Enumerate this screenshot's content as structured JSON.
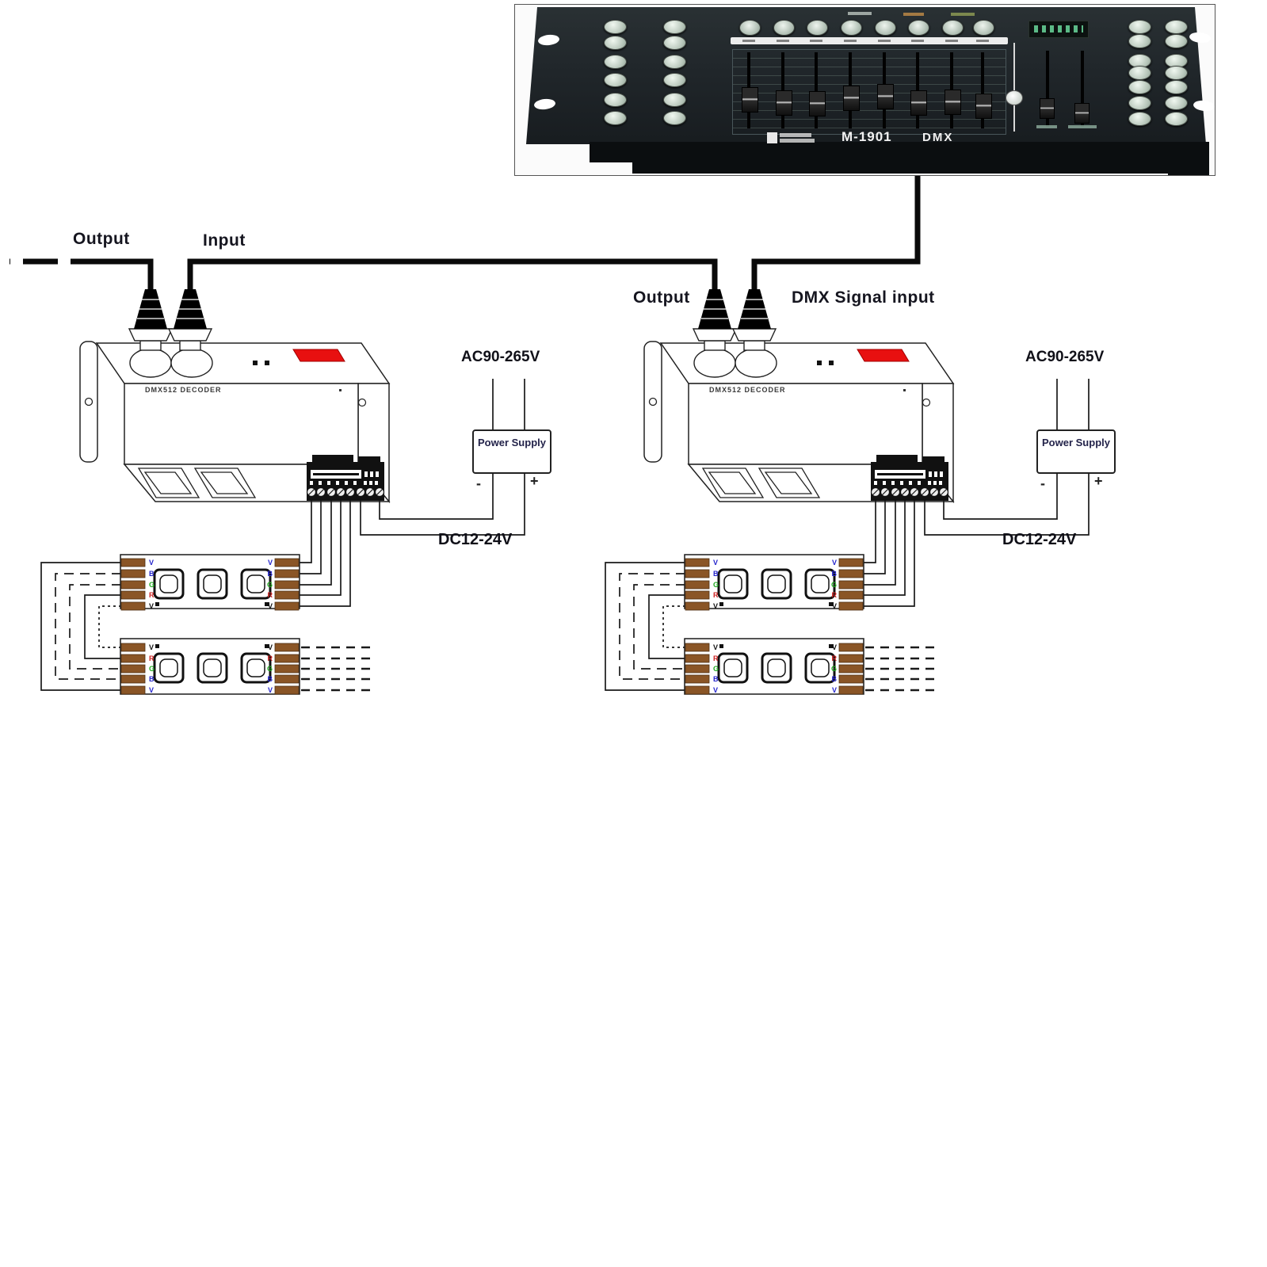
{
  "colors": {
    "background": "#ffffff",
    "wire": "#0d0d0d",
    "indicator_red": "#e81010",
    "pad_copper": "#8a5526",
    "label_red": "#cc2222",
    "label_green": "#1faa1f",
    "label_blue": "#2424cc",
    "console_panel": "#20262a"
  },
  "console": {
    "model": "M-1901",
    "protocol_label": "DMX"
  },
  "connections": {
    "unit1_output": "Output",
    "unit1_input": "Input",
    "unit2_output": "Output",
    "unit2_input": "DMX Signal input"
  },
  "units": [
    {
      "device_label": "DMX512 DECODER",
      "ac_input": "AC90-265V",
      "power_supply": "Power Supply",
      "negative": "-",
      "positive": "+",
      "dc_output": "DC12-24V"
    },
    {
      "device_label": "DMX512 DECODER",
      "ac_input": "AC90-265V",
      "power_supply": "Power Supply",
      "negative": "-",
      "positive": "+",
      "dc_output": "DC12-24V"
    }
  ],
  "strip": {
    "top_labels": [
      "V",
      "B",
      "G",
      "R",
      "V"
    ],
    "bottom_labels": [
      "V",
      "R",
      "G",
      "B",
      "V"
    ]
  }
}
